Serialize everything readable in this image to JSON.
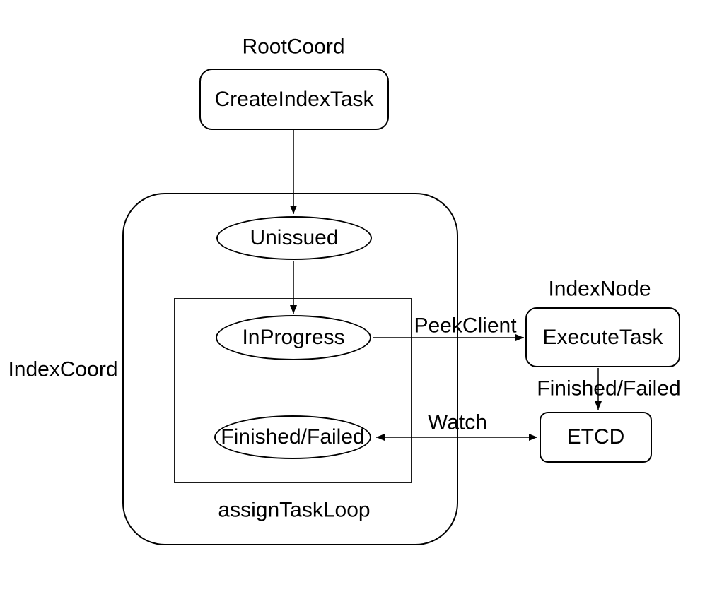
{
  "diagram": {
    "groups": {
      "root_coord": "RootCoord",
      "index_coord": "IndexCoord",
      "index_node": "IndexNode",
      "assign_task_loop": "assignTaskLoop"
    },
    "nodes": {
      "create_index_task": "CreateIndexTask",
      "unissued": "Unissued",
      "in_progress": "InProgress",
      "finished_failed": "Finished/Failed",
      "execute_task": "ExecuteTask",
      "etcd": "ETCD"
    },
    "edges": {
      "peek_client": "PeekClient",
      "finished_failed": "Finished/Failed",
      "watch": "Watch"
    },
    "colors": {
      "stroke": "#000000",
      "background": "#ffffff",
      "text": "#000000"
    }
  }
}
